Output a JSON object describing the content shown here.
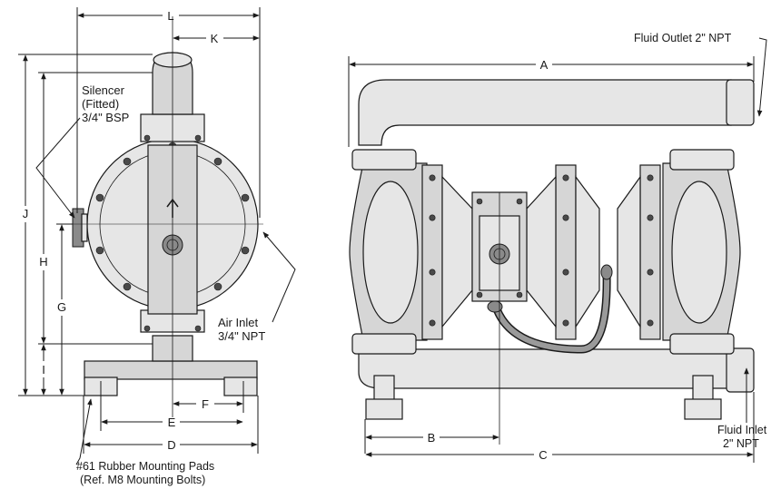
{
  "dimensions": {
    "A": "A",
    "B": "B",
    "C": "C",
    "D": "D",
    "E": "E",
    "F": "F",
    "G": "G",
    "H": "H",
    "I": "I",
    "J": "J",
    "K": "K",
    "L": "L"
  },
  "callouts": {
    "silencer": [
      "Silencer",
      "(Fitted)",
      "3/4\" BSP"
    ],
    "air_inlet": [
      "Air Inlet",
      "3/4\" NPT"
    ],
    "mounting_pads": [
      "#61 Rubber Mounting Pads",
      "(Ref. M8 Mounting Bolts)"
    ],
    "fluid_outlet": [
      "Fluid Outlet 2\" NPT"
    ],
    "fluid_inlet": [
      "Fluid Inlet",
      "2\" NPT"
    ]
  },
  "icons": {
    "flow_arrow": "up-arrow-icon"
  }
}
